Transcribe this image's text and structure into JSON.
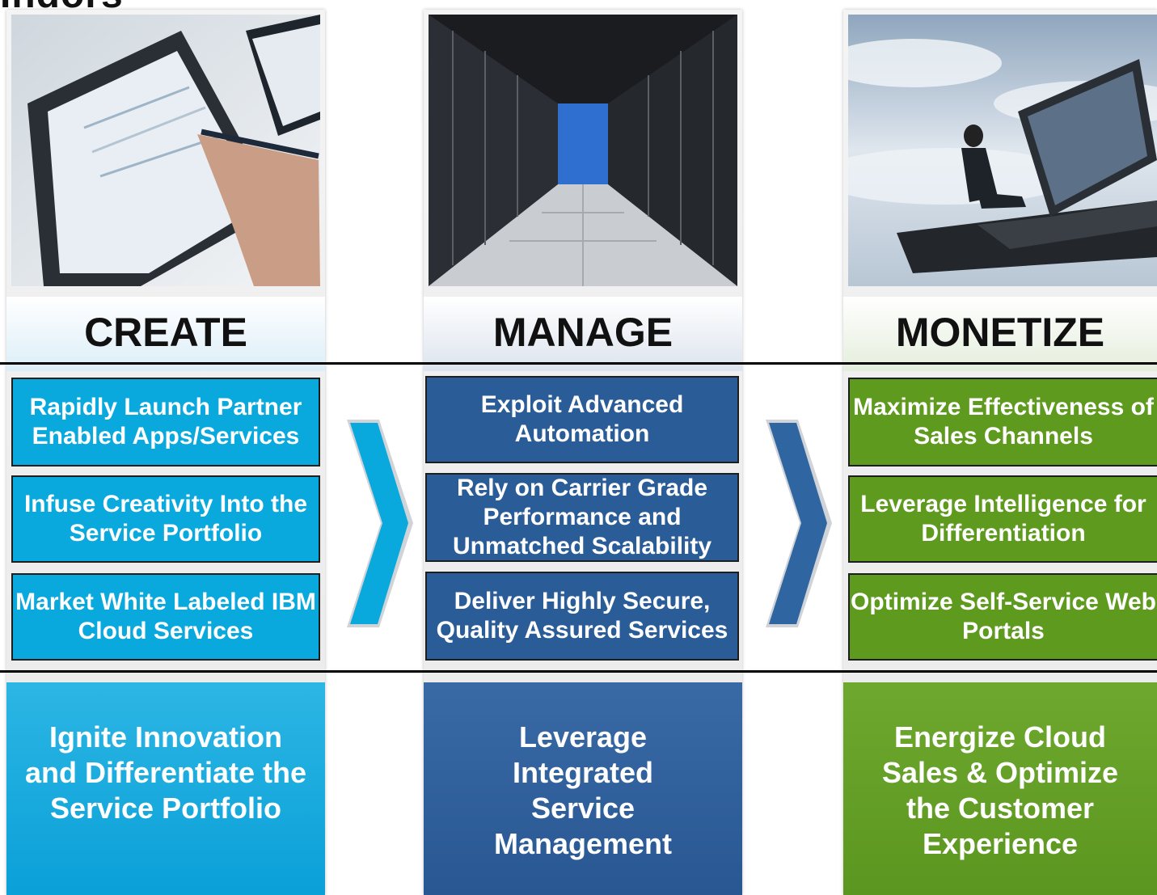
{
  "cut_title": "Indors",
  "columns": [
    {
      "heading": "CREATE",
      "boxes": [
        "Rapidly Launch Partner Enabled Apps/Services",
        "Infuse Creativity Into the Service Portfolio",
        "Market White Labeled IBM Cloud Services"
      ],
      "summary": "Ignite Innovation and Differentiate the Service Portfolio",
      "colors": {
        "box": "#0aa9dd",
        "summary_top": "#2cb6e4",
        "summary_bottom": "#0aa0d8",
        "band": "#dceef8"
      }
    },
    {
      "heading": "MANAGE",
      "boxes": [
        "Exploit Advanced Automation",
        "Rely on Carrier Grade Performance and Unmatched Scalability",
        "Deliver Highly Secure, Quality Assured Services"
      ],
      "summary": "Leverage Integrated Service Management",
      "colors": {
        "box": "#2a5c98",
        "summary_top": "#3a6aa6",
        "summary_bottom": "#285792",
        "band": "#dde4ee"
      }
    },
    {
      "heading": "MONETIZE",
      "boxes": [
        "Maximize Effectiveness of Sales Channels",
        "Leverage Intelligence for Differentiation",
        "Optimize Self-Service Web Portals"
      ],
      "summary": "Energize Cloud Sales & Optimize the Customer Experience",
      "colors": {
        "box": "#5e9a1e",
        "summary_top": "#6ea82e",
        "summary_bottom": "#5b9620",
        "band": "#e4eedc"
      }
    }
  ],
  "arrows": [
    {
      "icon": "chevron-right-icon",
      "color": "#0aa9dd"
    },
    {
      "icon": "chevron-right-icon",
      "color": "#2f65a0"
    }
  ]
}
